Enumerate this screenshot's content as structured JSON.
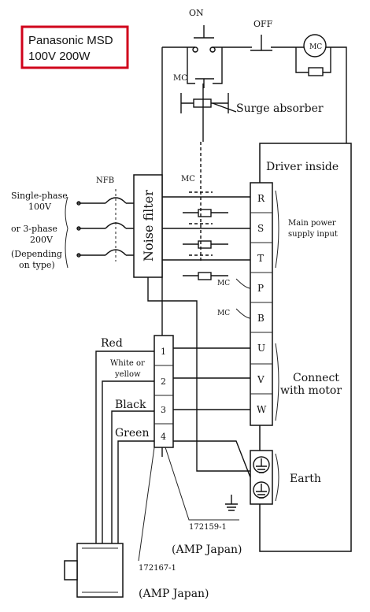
{
  "title_box": {
    "line1": "Panasonic MSD",
    "line2": "100V 200W",
    "border_color": "#d0021b"
  },
  "switches": {
    "on": "ON",
    "off": "OFF",
    "mc": "MC",
    "nfb": "NFB"
  },
  "surge_absorber": "Surge absorber",
  "noise_filter": "Noise filter",
  "driver_inside": "Driver inside",
  "supply": {
    "line1": "Single-phase",
    "line2": "100V",
    "line3": "or 3-phase",
    "line4": "200V",
    "line5": "(Depending",
    "line6": "on type)"
  },
  "terminals": [
    "R",
    "S",
    "T",
    "P",
    "B",
    "U",
    "V",
    "W"
  ],
  "main_power": {
    "line1": "Main power",
    "line2": "supply input"
  },
  "connect_motor": {
    "line1": "Connect",
    "line2": "with motor"
  },
  "earth": "Earth",
  "connector_pins": [
    "1",
    "2",
    "3",
    "4"
  ],
  "wire_colors": {
    "red": "Red",
    "white_yellow_1": "White or",
    "white_yellow_2": "yellow",
    "black": "Black",
    "green": "Green"
  },
  "parts": {
    "part1": "172159-1",
    "part1_maker": "(AMP Japan)",
    "part2": "172167-1",
    "part2_maker": "(AMP Japan)"
  },
  "motor_label": "MC"
}
